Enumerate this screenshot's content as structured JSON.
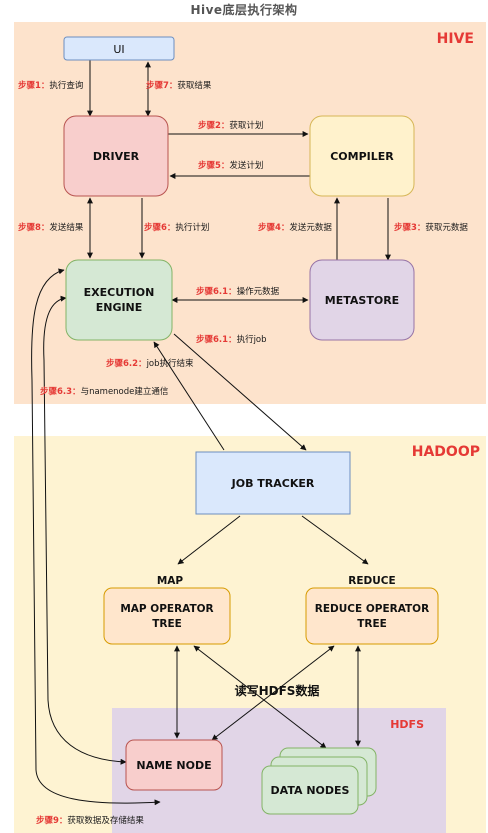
{
  "title": "Hive底层执行架构",
  "regions": {
    "hive": "HIVE",
    "hadoop": "HADOOP",
    "hdfs": "HDFS"
  },
  "nodes": {
    "ui": "UI",
    "driver": "DRIVER",
    "compiler": "COMPILER",
    "execution_engine_line1": "EXECUTION",
    "execution_engine_line2": "ENGINE",
    "metastore": "METASTORE",
    "job_tracker": "JOB TRACKER",
    "map_tree_line1": "MAP OPERATOR",
    "map_tree_line2": "TREE",
    "reduce_tree_line1": "REDUCE OPERATOR",
    "reduce_tree_line2": "TREE",
    "name_node": "NAME NODE",
    "data_nodes": "DATA NODES"
  },
  "labels": {
    "map": "MAP",
    "reduce": "REDUCE",
    "hdfs_rw": "读写HDFS数据"
  },
  "steps": {
    "s1": {
      "step": "步骤1：",
      "text": "执行查询"
    },
    "s7": {
      "step": "步骤7：",
      "text": "获取结果"
    },
    "s2": {
      "step": "步骤2：",
      "text": "获取计划"
    },
    "s5": {
      "step": "步骤5：",
      "text": "发送计划"
    },
    "s8": {
      "step": "步骤8：",
      "text": "发送结果"
    },
    "s6": {
      "step": "步骤6：",
      "text": "执行计划"
    },
    "s4": {
      "step": "步骤4：",
      "text": "发送元数据"
    },
    "s3": {
      "step": "步骤3：",
      "text": "获取元数据"
    },
    "s61a": {
      "step": "步骤6.1：",
      "text": "操作元数据"
    },
    "s61b": {
      "step": "步骤6.1：",
      "text": "执行job"
    },
    "s62": {
      "step": "步骤6.2：",
      "text": "job执行结束"
    },
    "s63": {
      "step": "步骤6.3：",
      "text": "与namenode建立通信"
    },
    "s9": {
      "step": "步骤9：",
      "text": "获取数据及存储结果"
    }
  },
  "colors": {
    "hive_bg": "#fde3cc",
    "hadoop_bg": "#fef3d2",
    "hdfs_bg": "#e1d5e7",
    "ui_fill": "#dae8fc",
    "driver_fill": "#f8cecc",
    "compiler_fill": "#fff2cc",
    "engine_fill": "#d5e8d4",
    "metastore_fill": "#e1d5e7",
    "jobtracker_fill": "#dae8fc",
    "operator_fill": "#ffe6cc",
    "namenode_fill": "#f8cecc",
    "datanode_fill": "#d5e8d4",
    "accent_red": "#e53935"
  }
}
